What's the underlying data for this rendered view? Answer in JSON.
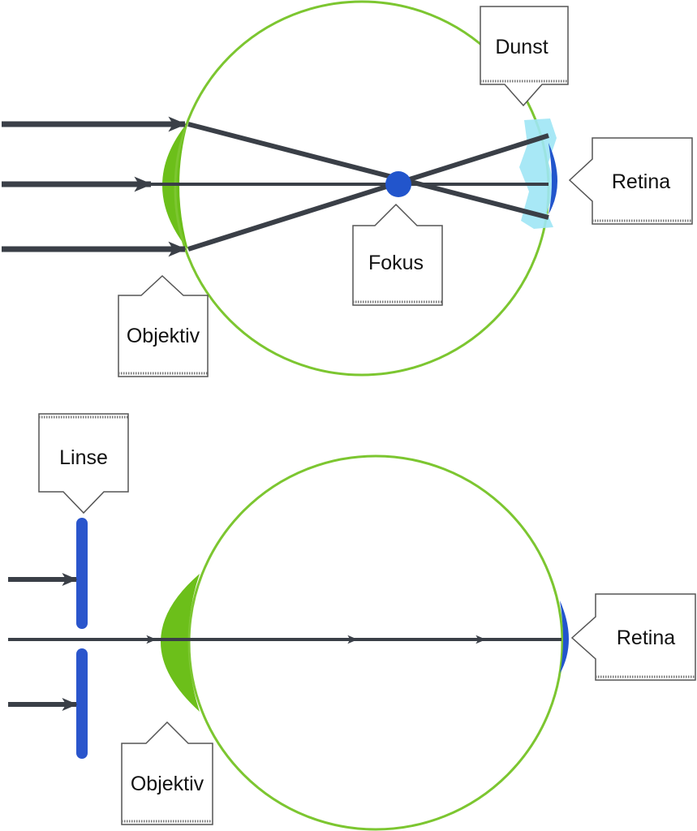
{
  "colors": {
    "eye_outline": "#7cc630",
    "objective": "#6cbf1a",
    "ray": "#3a3f47",
    "focus": "#2255cc",
    "retina": "#2255cc",
    "haze": "#9fe6f5",
    "lens": "#2a55cc",
    "callout_border": "#555555",
    "callout_fill": "#ffffff"
  },
  "icons": [
    "eye-diagram",
    "arrow-right"
  ],
  "top_diagram": {
    "labels": {
      "haze": "Dunst",
      "retina": "Retina",
      "focus": "Fokus",
      "objective": "Objektiv"
    }
  },
  "bottom_diagram": {
    "labels": {
      "lens": "Linse",
      "retina": "Retina",
      "objective": "Objektiv"
    }
  }
}
